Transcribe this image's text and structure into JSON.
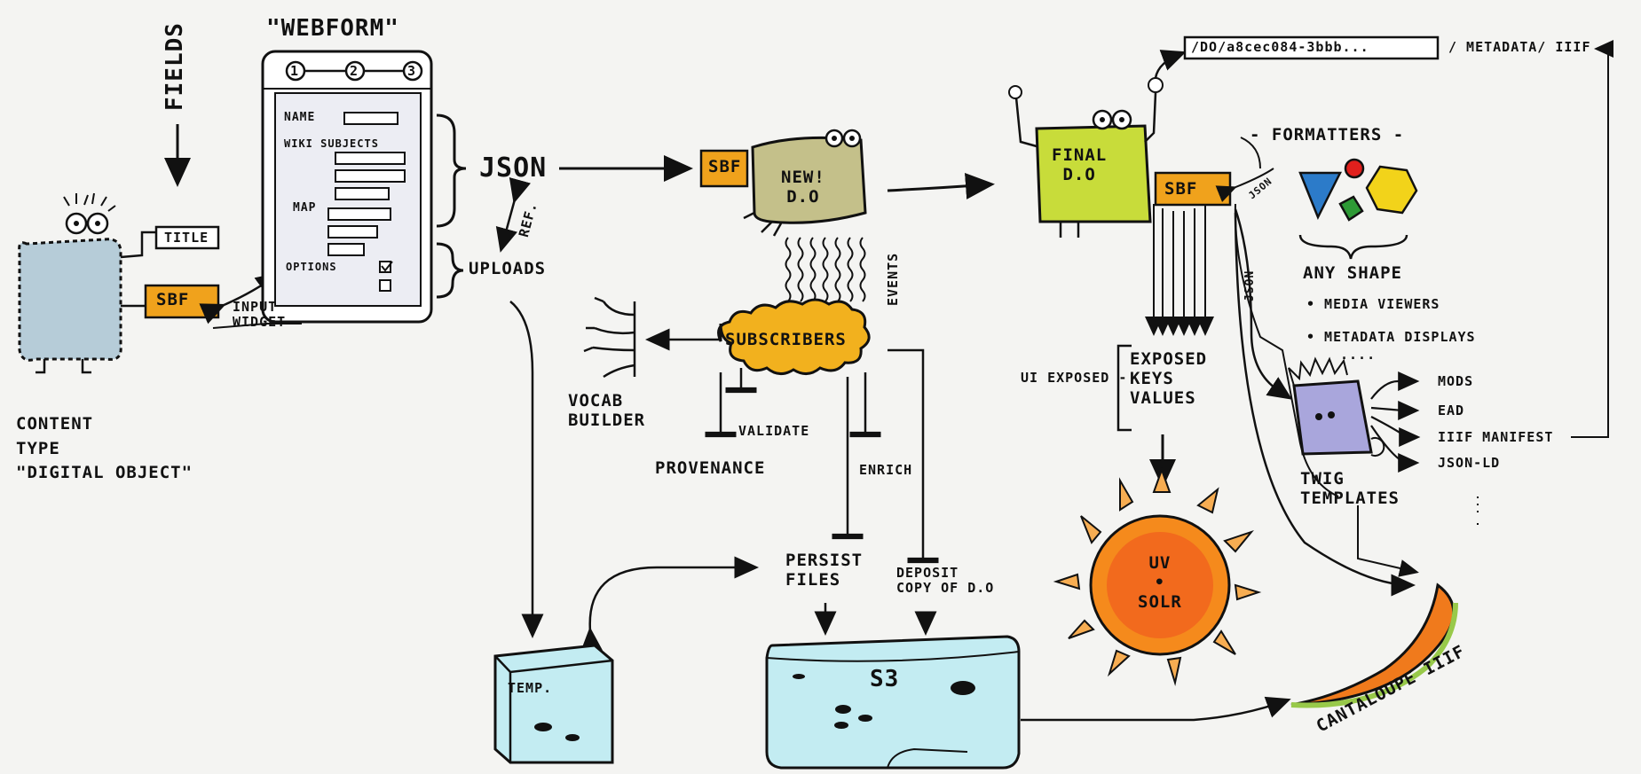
{
  "labels": {
    "webform_title": "\"WEBFORM\"",
    "fields": "FIELDS",
    "title_tag": "TITLE",
    "sbf": "SBF",
    "input_widget": "INPUT\nWIDGET",
    "content_type": "CONTENT\nTYPE\n\"DIGITAL OBJECT\"",
    "steps": [
      "1",
      "2",
      "3"
    ],
    "form_name": "NAME",
    "form_wiki": "WIKI SUBJECTS",
    "form_map": "MAP",
    "form_options": "OPTIONS",
    "json": "JSON",
    "uploads": "UPLOADS",
    "ref": "REF.",
    "new_do": "NEW!\nD.O",
    "events": "EVENTS",
    "subscribers": "SUBSCRIBERS",
    "vocab_builder": "VOCAB\nBUILDER",
    "validate": "VALIDATE",
    "provenance": "PROVENANCE",
    "enrich": "ENRICH",
    "persist_files": "PERSIST\nFILES",
    "deposit_copy": "DEPOSIT\nCOPY OF D.O",
    "temp": "TEMP.",
    "s3": "S3",
    "final_do": "FINAL\nD.O",
    "url_path": "/DO/a8cec084-3bbb...",
    "url_suffix": "/ METADATA/ IIIF",
    "formatters": "- FORMATTERS -",
    "json_small": "JSON",
    "json_vertical": "JSON",
    "any_shape": "ANY SHAPE",
    "media_viewers": "• MEDIA VIEWERS",
    "metadata_displays": "• METADATA DISPLAYS",
    "dots": "....",
    "ui_exposed": "UI EXPOSED -",
    "exposed_keys": "EXPOSED\nKEYS\nVALUES",
    "solr": "UV\n•\nSOLR",
    "mods": "MODS",
    "ead": "EAD",
    "iiif_manifest": "IIIF MANIFEST",
    "json_ld": "JSON-LD",
    "twig_templates": "TWIG\nTEMPLATES",
    "cantaloupe": "CANTALOUPE IIIF"
  },
  "colors": {
    "ink": "#111111",
    "sbf_orange": "#f0a21c",
    "content_blue": "#b6ccd8",
    "new_do_olive": "#c4c08a",
    "final_do_yellow": "#c8dc3a",
    "subscribers_orange": "#f2b11e",
    "water_cyan": "#c3ecf2",
    "twig_purple": "#a9a6dc",
    "sun_center": "#f26a1d",
    "sun_rays": "#f7ad52",
    "melon_orange": "#f07a1c",
    "melon_green": "#98c94a",
    "triangle_blue": "#2c7bc9",
    "circle_red": "#e0201d",
    "square_green": "#2e9a36",
    "hexagon_yellow": "#f2d31a"
  }
}
